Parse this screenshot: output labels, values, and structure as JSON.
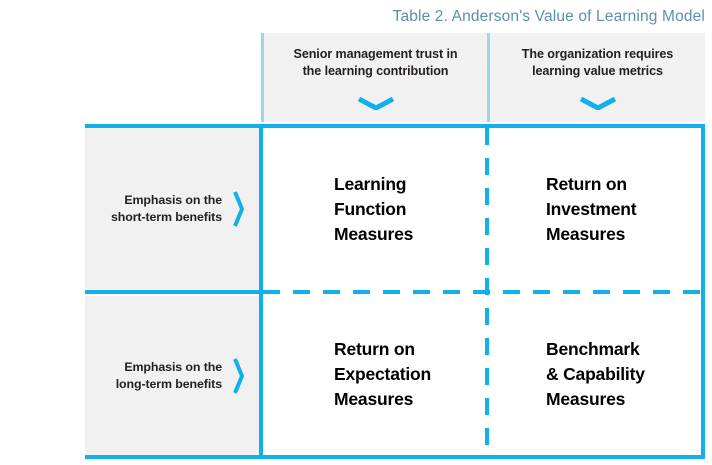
{
  "title": "Table 2. Anderson's Value of Learning Model",
  "theme": {
    "accent": "#10b0ea",
    "title_color": "#5b8fb0",
    "header_bg": "#f1f1f1",
    "text_color": "#231f20"
  },
  "columns": [
    {
      "label": "Senior management trust in the learning contribution",
      "line1": "Senior management trust in",
      "line2": "the learning contribution",
      "icon": "chevron-down-icon"
    },
    {
      "label": "The organization requires learning value metrics",
      "line1": "The organization requires",
      "line2": "learning value metrics",
      "icon": "chevron-down-icon"
    }
  ],
  "rows": [
    {
      "label": "Emphasis on the short-term benefits",
      "line1": "Emphasis on the",
      "line2": "short-term benefits",
      "icon": "chevron-right-icon"
    },
    {
      "label": "Emphasis on the long-term benefits",
      "line1": "Emphasis on the",
      "line2": "long-term benefits",
      "icon": "chevron-right-icon"
    }
  ],
  "quadrants": [
    {
      "id": "q1",
      "label": "Learning Function Measures",
      "line1": "Learning",
      "line2": "Function",
      "line3": "Measures"
    },
    {
      "id": "q2",
      "label": "Return on Investment Measures",
      "line1": "Return on",
      "line2": "Investment",
      "line3": "Measures"
    },
    {
      "id": "q3",
      "label": "Return on Expectation Measures",
      "line1": "Return on",
      "line2": "Expectation",
      "line3": "Measures"
    },
    {
      "id": "q4",
      "label": "Benchmark & Capability Measures",
      "line1": "Benchmark",
      "line2": "& Capability",
      "line3": "Measures"
    }
  ]
}
